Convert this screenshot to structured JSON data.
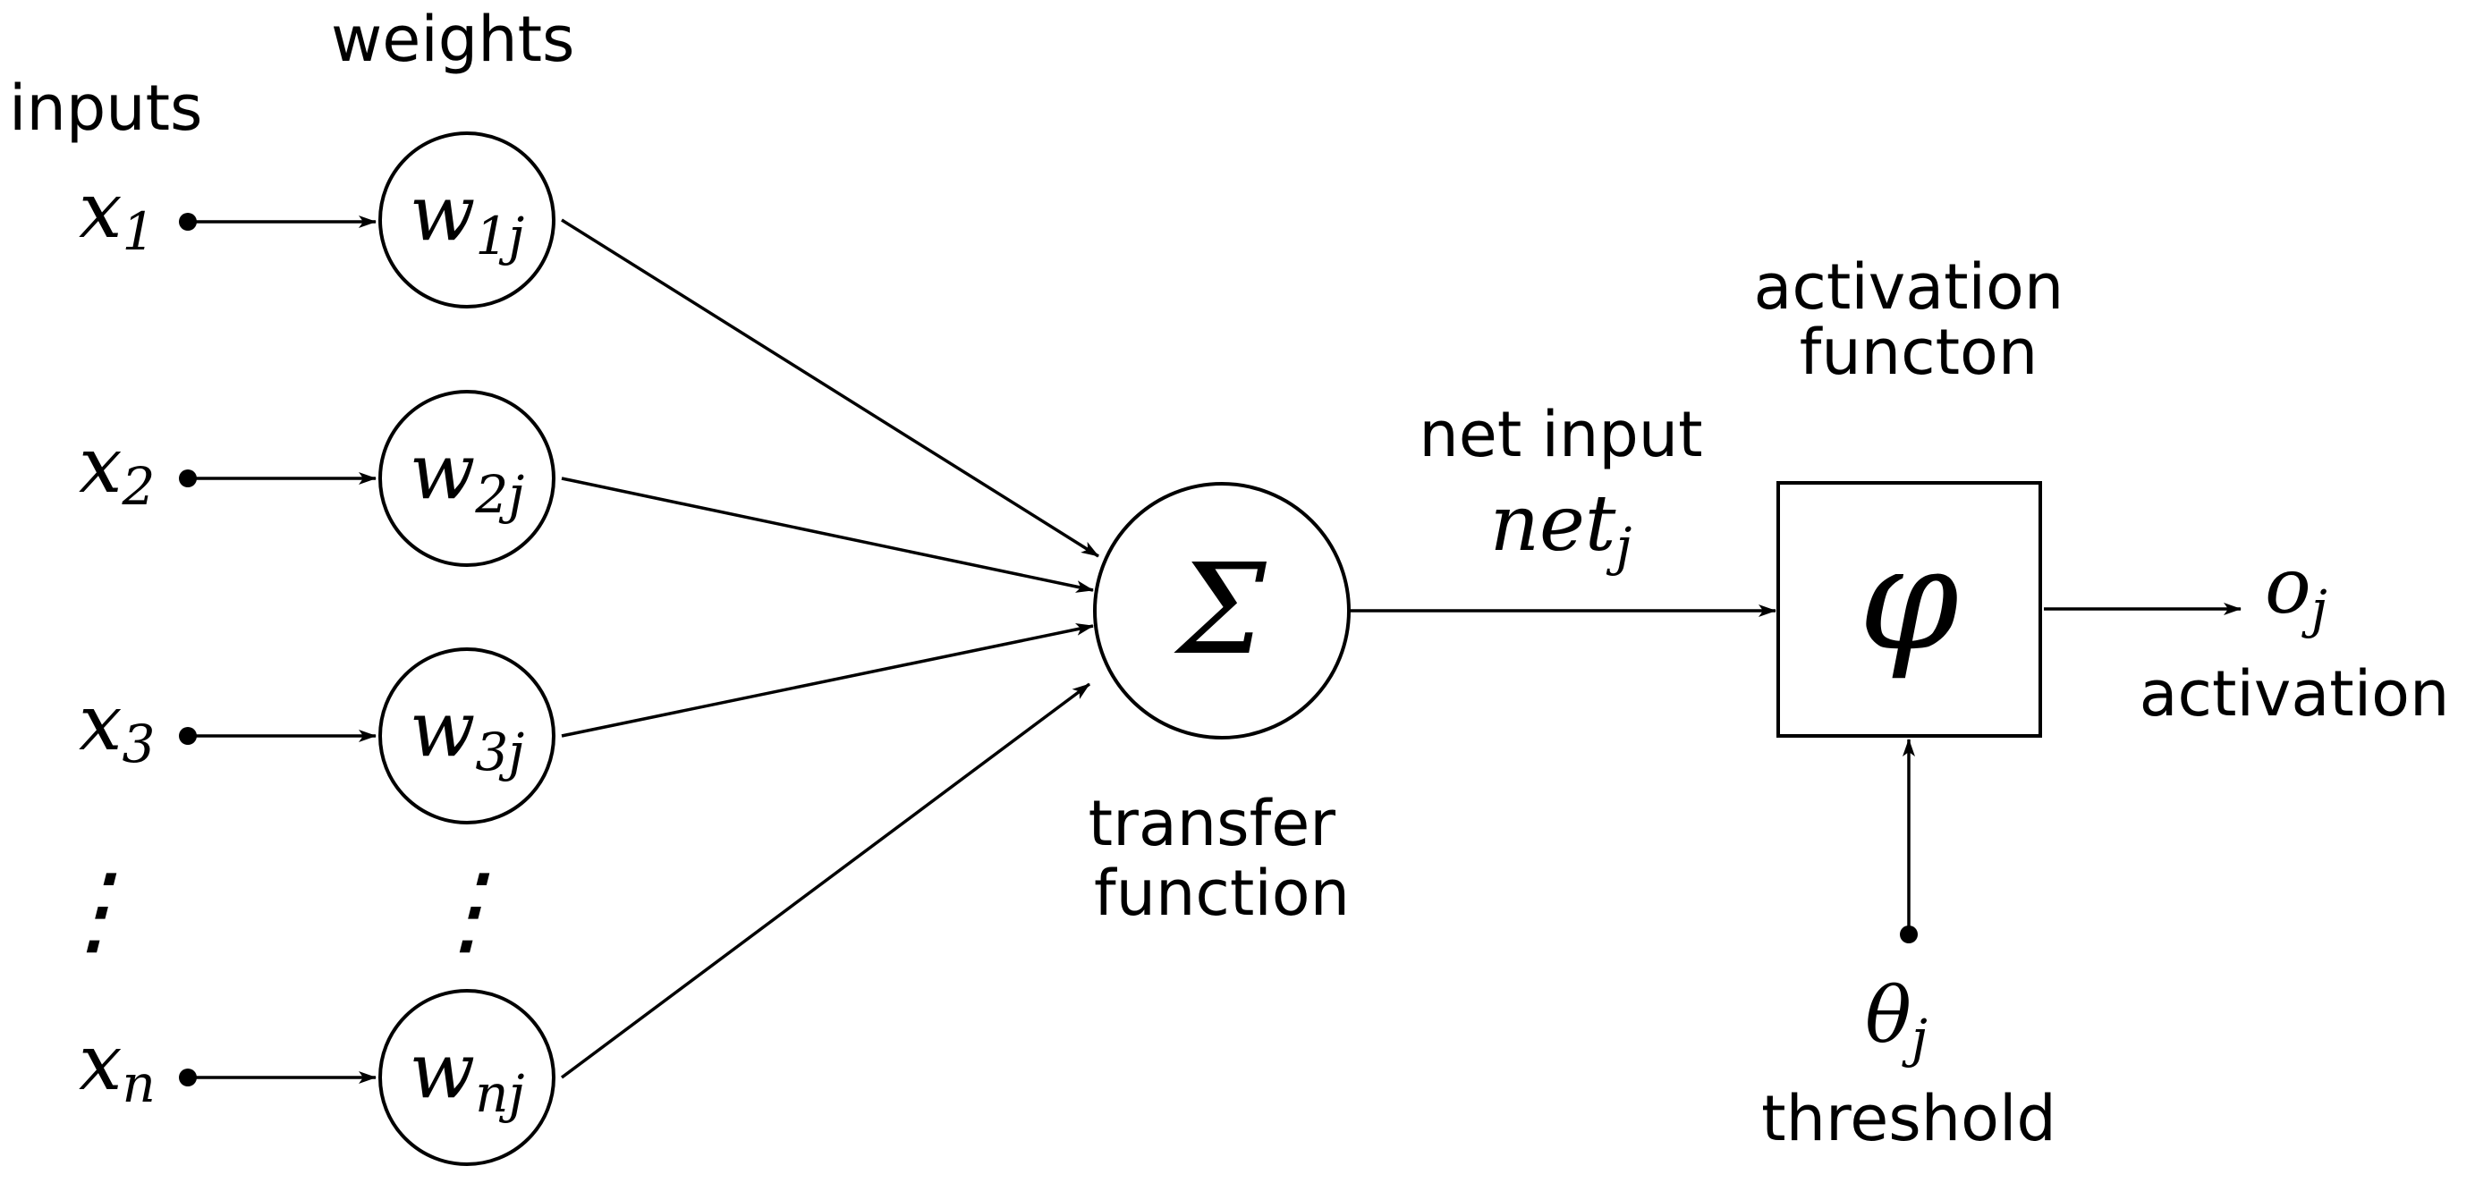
{
  "labels": {
    "inputs": "inputs",
    "weights": "weights",
    "net_input": "net input",
    "activation_function": [
      "activation",
      "functon"
    ],
    "transfer_function": [
      "transfer",
      "function"
    ],
    "activation": "activation",
    "threshold": "threshold"
  },
  "inputs": [
    {
      "var": "x",
      "sub": "1"
    },
    {
      "var": "x",
      "sub": "2"
    },
    {
      "var": "x",
      "sub": "3"
    },
    {
      "var": "x",
      "sub": "n"
    }
  ],
  "weights": [
    {
      "var": "w",
      "sub": "1j"
    },
    {
      "var": "w",
      "sub": "2j"
    },
    {
      "var": "w",
      "sub": "3j"
    },
    {
      "var": "w",
      "sub": "nj"
    }
  ],
  "ellipsis": "⋮",
  "sum_symbol": "Σ",
  "phi_symbol": "φ",
  "net": {
    "var": "net",
    "sub": "j"
  },
  "output": {
    "var": "o",
    "sub": "j"
  },
  "theta": {
    "var": "θ",
    "sub": "j"
  }
}
